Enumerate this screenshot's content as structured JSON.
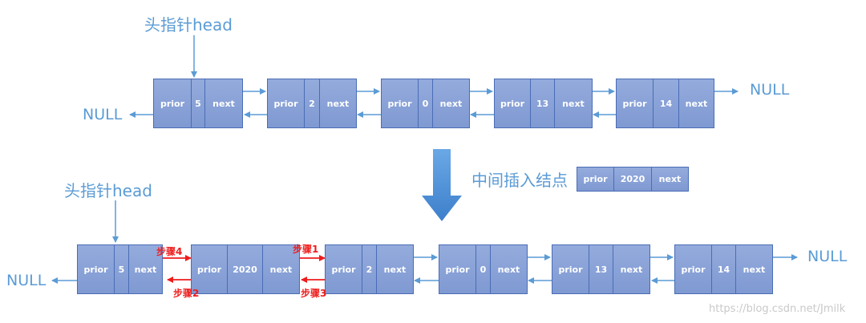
{
  "top": {
    "head_label": "头指针head",
    "null_left": "NULL",
    "null_right": "NULL",
    "nodes": [
      {
        "prior": "prior",
        "data": "5",
        "next": "next"
      },
      {
        "prior": "prior",
        "data": "2",
        "next": "next"
      },
      {
        "prior": "prior",
        "data": "0",
        "next": "next"
      },
      {
        "prior": "prior",
        "data": "13",
        "next": "next"
      },
      {
        "prior": "prior",
        "data": "14",
        "next": "next"
      }
    ]
  },
  "insert": {
    "caption": "中间插入结点",
    "node": {
      "prior": "prior",
      "data": "2020",
      "next": "next"
    }
  },
  "bottom": {
    "head_label": "头指针head",
    "null_left": "NULL",
    "null_right": "NULL",
    "nodes": [
      {
        "prior": "prior",
        "data": "5",
        "next": "next"
      },
      {
        "prior": "prior",
        "data": "2020",
        "next": "next"
      },
      {
        "prior": "prior",
        "data": "2",
        "next": "next"
      },
      {
        "prior": "prior",
        "data": "0",
        "next": "next"
      },
      {
        "prior": "prior",
        "data": "13",
        "next": "next"
      },
      {
        "prior": "prior",
        "data": "14",
        "next": "next"
      }
    ],
    "steps": [
      "步骤1",
      "步骤2",
      "步骤3",
      "步骤4"
    ]
  },
  "colors": {
    "line": "#5b9bd5",
    "step": "#ee1c1c",
    "node": "#8ea6da"
  },
  "watermark": "https://blog.csdn.net/Jmilk"
}
